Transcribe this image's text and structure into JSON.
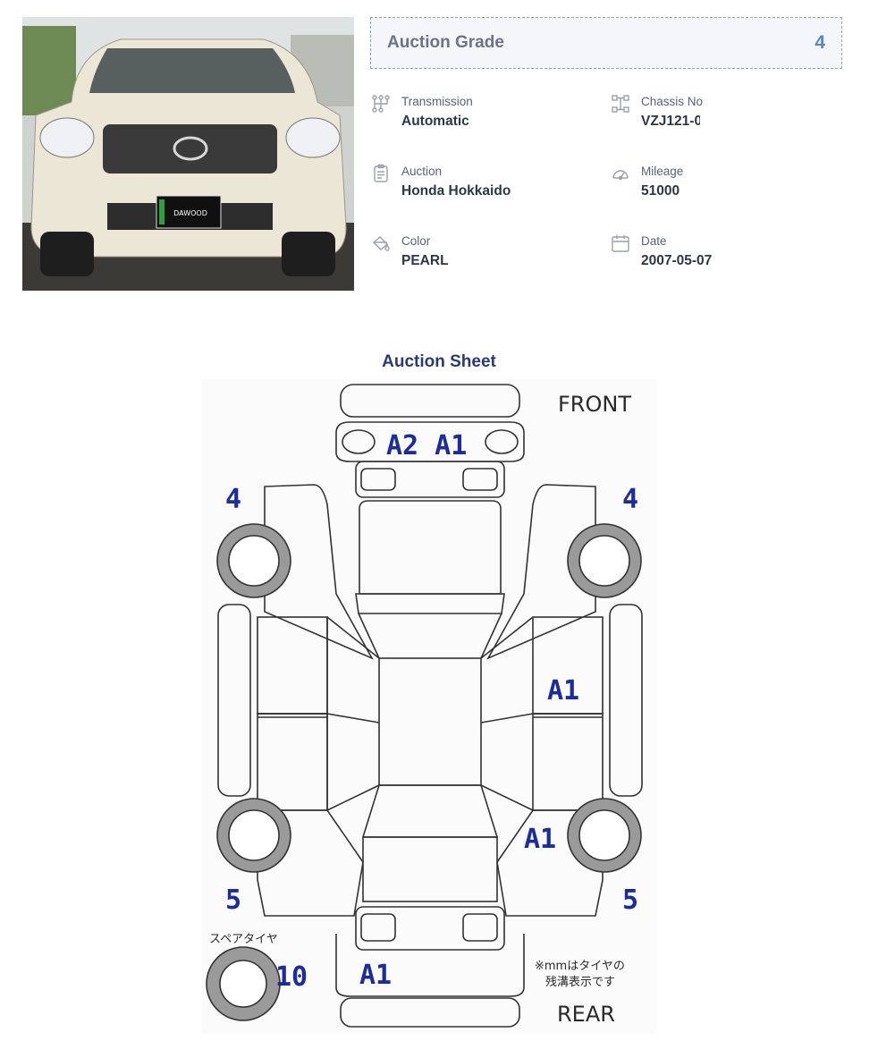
{
  "auction_grade": {
    "label": "Auction Grade",
    "value": "4"
  },
  "specs": [
    {
      "id": "transmission",
      "label": "Transmission",
      "value": "Automatic",
      "icon": "transmission-icon"
    },
    {
      "id": "chassis",
      "label": "Chassis No",
      "value": "VZJ121-0",
      "icon": "chassis-icon"
    },
    {
      "id": "auction",
      "label": "Auction",
      "value": "Honda Hokkaido",
      "icon": "clipboard-icon"
    },
    {
      "id": "mileage",
      "label": "Mileage",
      "value": "51000",
      "icon": "speedometer-icon"
    },
    {
      "id": "color",
      "label": "Color",
      "value": "PEARL",
      "icon": "paint-bucket-icon"
    },
    {
      "id": "date",
      "label": "Date",
      "value": "2007-05-07",
      "icon": "calendar-icon"
    }
  ],
  "car_photo": {
    "plate_text": "DAWOOD"
  },
  "auction_sheet": {
    "title": "Auction Sheet",
    "front_label": "FRONT",
    "rear_label": "REAR",
    "marks": {
      "front_bumper": "A2 A1",
      "tire_front_left": "4",
      "tire_front_right": "4",
      "right_front_door": "A1",
      "right_rear_quarter": "A1",
      "tire_rear_left": "5",
      "tire_rear_right": "5",
      "spare_tire": "10",
      "rear_bumper": "A1"
    },
    "spare_label": "スペアタイヤ",
    "note_line1": "※mmはタイヤの",
    "note_line2": "残溝表示です"
  },
  "colors": {
    "accent": "#5b86c5",
    "title": "#2b3a73",
    "ink": "#1c2c9a"
  }
}
